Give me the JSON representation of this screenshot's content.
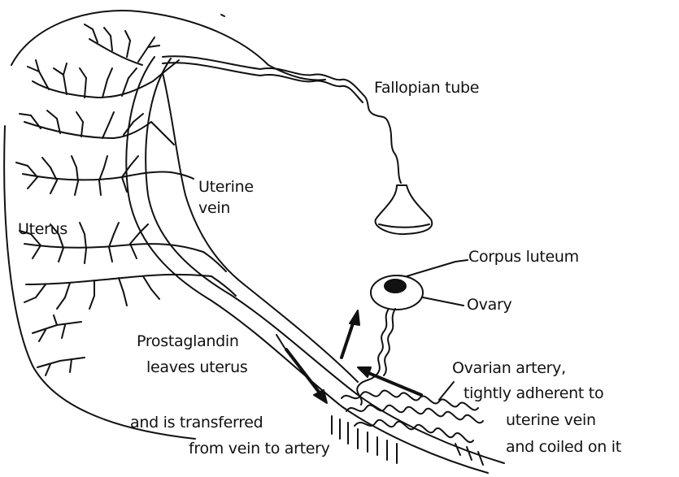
{
  "labels": {
    "fallopian_tube": "Fallopian tube",
    "uterine_vein_line1": "Uterine",
    "uterine_vein_line2": "vein",
    "uterus": "Uterus",
    "corpus_luteum": "Corpus luteum",
    "ovary": "Ovary",
    "prostaglandin_line1": "Prostaglandin",
    "prostaglandin_line2": "leaves uterus",
    "transfer_line1": "and is transferred",
    "transfer_line2": "from vein to artery",
    "artery_line1": "Ovarian artery,",
    "artery_line2": "tightly adherent to",
    "artery_line3": "uterine vein",
    "artery_line4": "and coiled on it"
  },
  "colors": {
    "ink": "#111111",
    "paper": "#ffffff"
  }
}
